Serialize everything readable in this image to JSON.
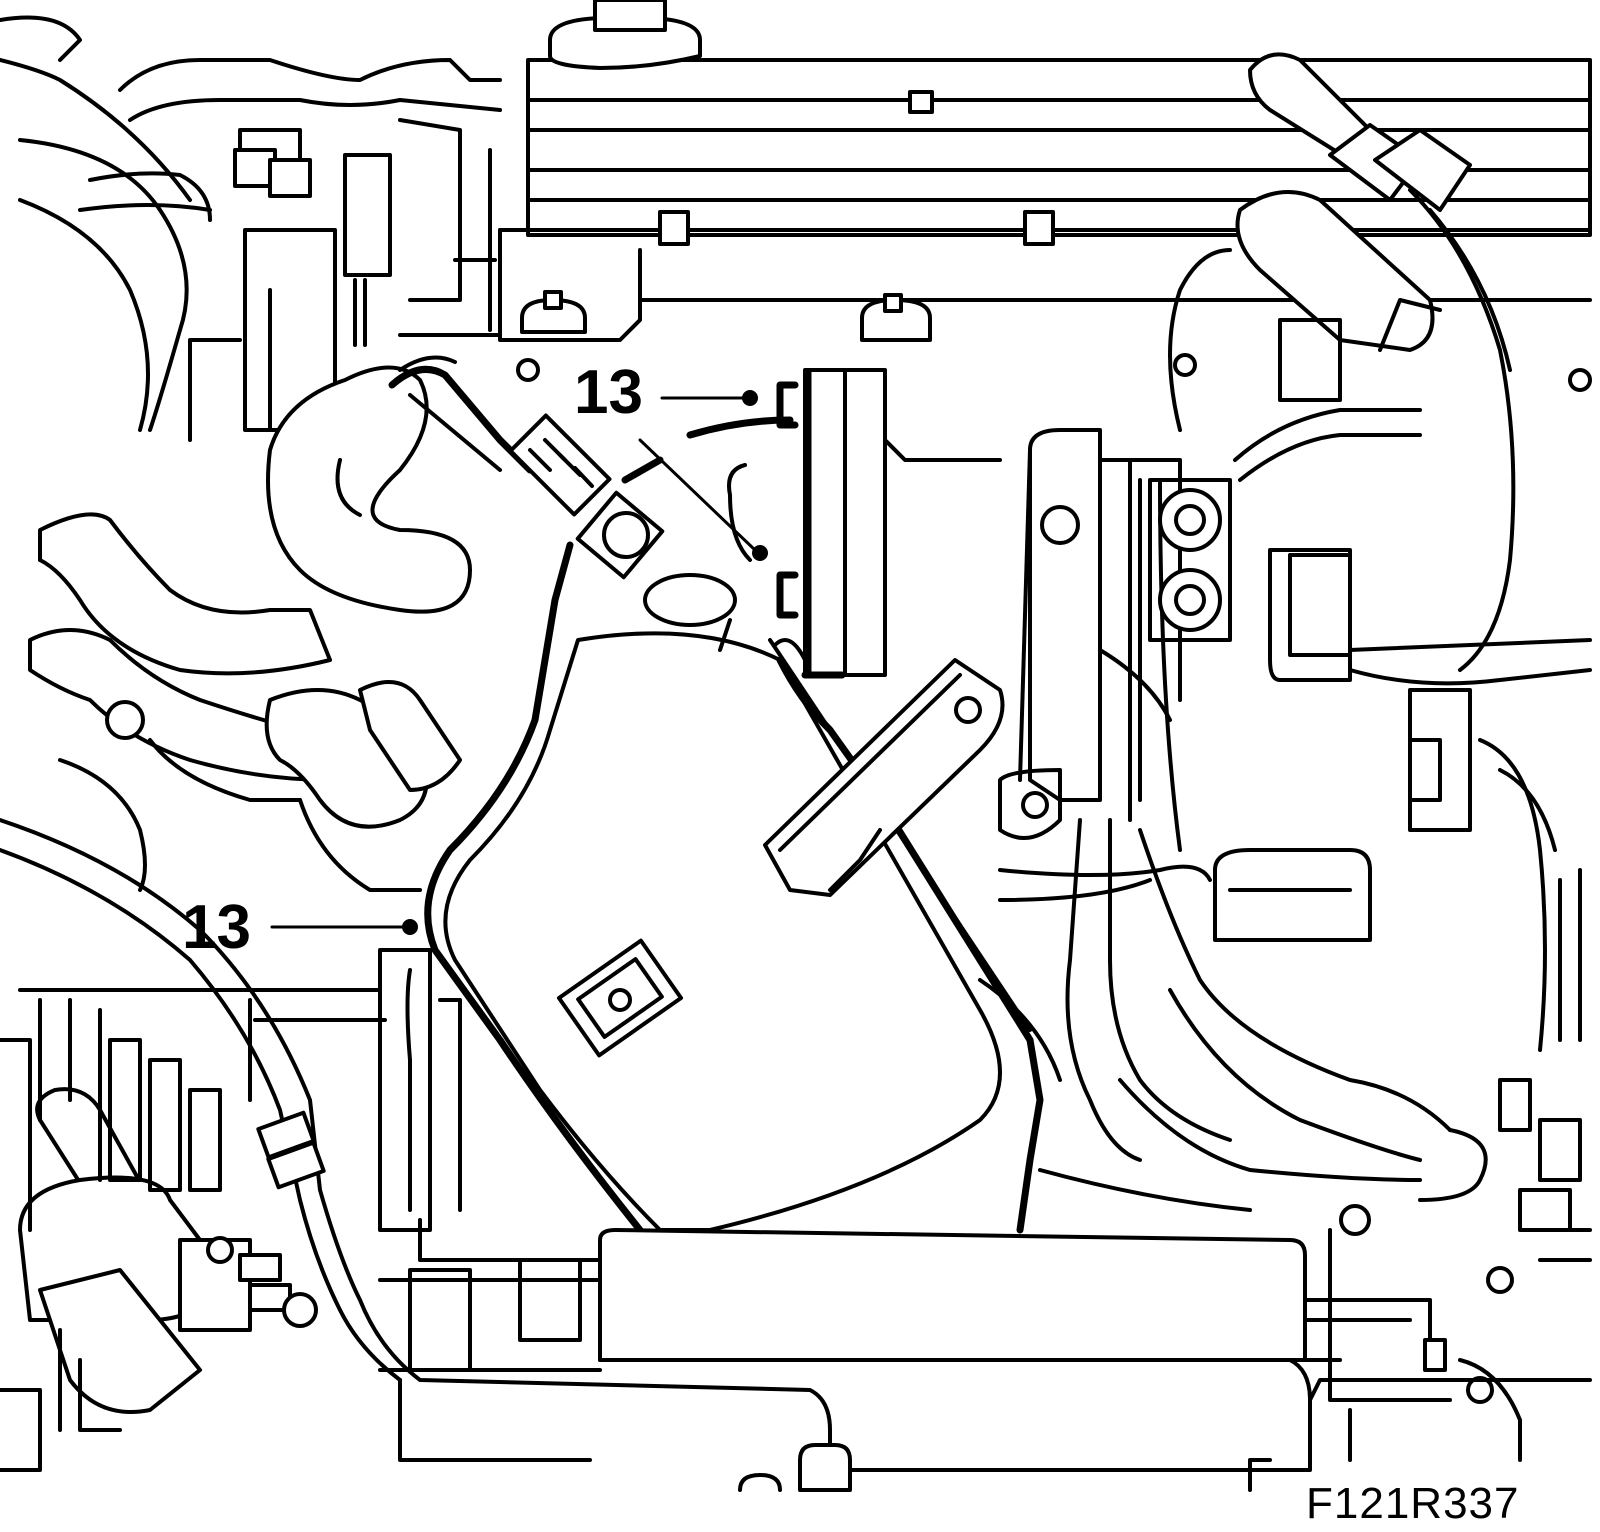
{
  "callouts": [
    {
      "label": "13"
    },
    {
      "label": "13"
    }
  ],
  "figure_ref": "F121R337",
  "colors": {
    "line": "#000000",
    "background": "#ffffff"
  }
}
